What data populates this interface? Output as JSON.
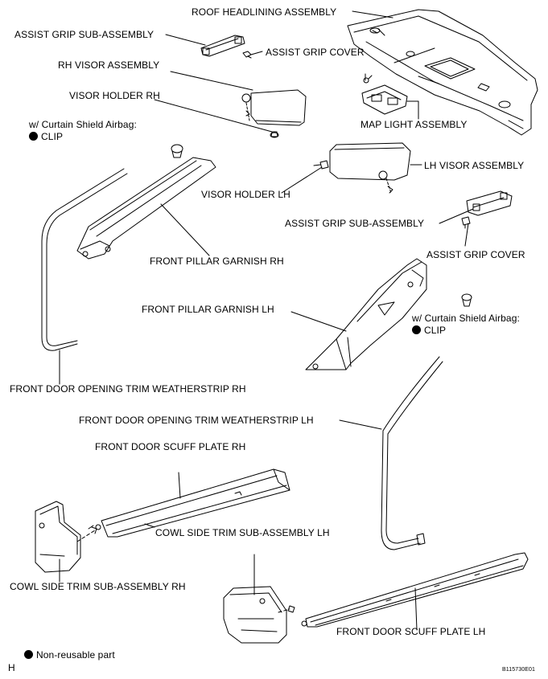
{
  "labels": {
    "roof_headlining": "ROOF HEADLINING ASSEMBLY",
    "assist_grip_sub_1": "ASSIST GRIP SUB-ASSEMBLY",
    "assist_grip_cover_1": "ASSIST GRIP COVER",
    "rh_visor": "RH VISOR ASSEMBLY",
    "visor_holder_rh": "VISOR HOLDER RH",
    "airbag_note_1": "w/ Curtain Shield Airbag:",
    "clip_1": "CLIP",
    "map_light": "MAP LIGHT ASSEMBLY",
    "lh_visor": "LH VISOR ASSEMBLY",
    "visor_holder_lh": "VISOR HOLDER LH",
    "assist_grip_sub_2": "ASSIST GRIP SUB-ASSEMBLY",
    "assist_grip_cover_2": "ASSIST GRIP COVER",
    "front_pillar_garnish_rh": "FRONT PILLAR GARNISH RH",
    "front_pillar_garnish_lh": "FRONT PILLAR GARNISH LH",
    "airbag_note_2": "w/ Curtain Shield Airbag:",
    "clip_2": "CLIP",
    "weatherstrip_rh": "FRONT DOOR OPENING TRIM WEATHERSTRIP RH",
    "weatherstrip_lh": "FRONT DOOR OPENING TRIM WEATHERSTRIP LH",
    "scuff_plate_rh": "FRONT DOOR SCUFF PLATE RH",
    "cowl_side_lh": "COWL SIDE TRIM SUB-ASSEMBLY LH",
    "cowl_side_rh": "COWL SIDE TRIM SUB-ASSEMBLY RH",
    "scuff_plate_lh": "FRONT DOOR SCUFF PLATE LH",
    "legend_non_reusable": "Non-reusable part",
    "corner_letter": "H",
    "figure_code": "B115730E01"
  },
  "colors": {
    "ink": "#000000",
    "paper": "#ffffff"
  }
}
